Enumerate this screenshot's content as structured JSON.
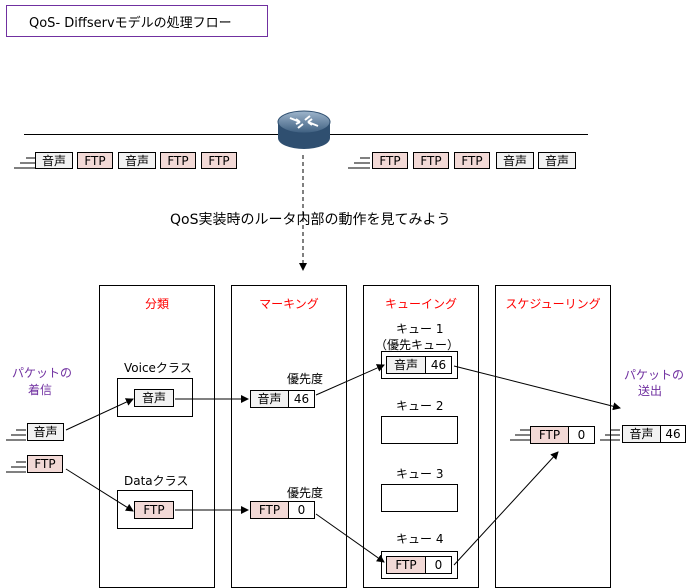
{
  "title": "QoS- Diffservモデルの処理フロー",
  "caption": "QoS実装時のルータ内部の動作を見てみよう",
  "icons": {
    "router": "router-icon"
  },
  "packets": {
    "voice": "音声",
    "ftp": "FTP"
  },
  "stages": {
    "classify": "分類",
    "marking": "マーキング",
    "queueing": "キューイング",
    "scheduling": "スケジューリング"
  },
  "labels": {
    "arrival": [
      "パケットの",
      "着信"
    ],
    "send": [
      "パケットの",
      "送出"
    ],
    "voice_class": "Voiceクラス",
    "data_class": "Dataクラス",
    "priority": "優先度",
    "queue1": "キュー 1",
    "queue1_sub": "（優先キュー）",
    "queue2": "キュー 2",
    "queue3": "キュー 3",
    "queue4": "キュー 4"
  },
  "values": {
    "voice_priority": "46",
    "ftp_priority": "0"
  },
  "colors": {
    "accent_red": "#ff0000",
    "purple": "#7030a0",
    "ftp_fill": "#f2d9d6",
    "voice_fill": "#f2f2f2"
  }
}
